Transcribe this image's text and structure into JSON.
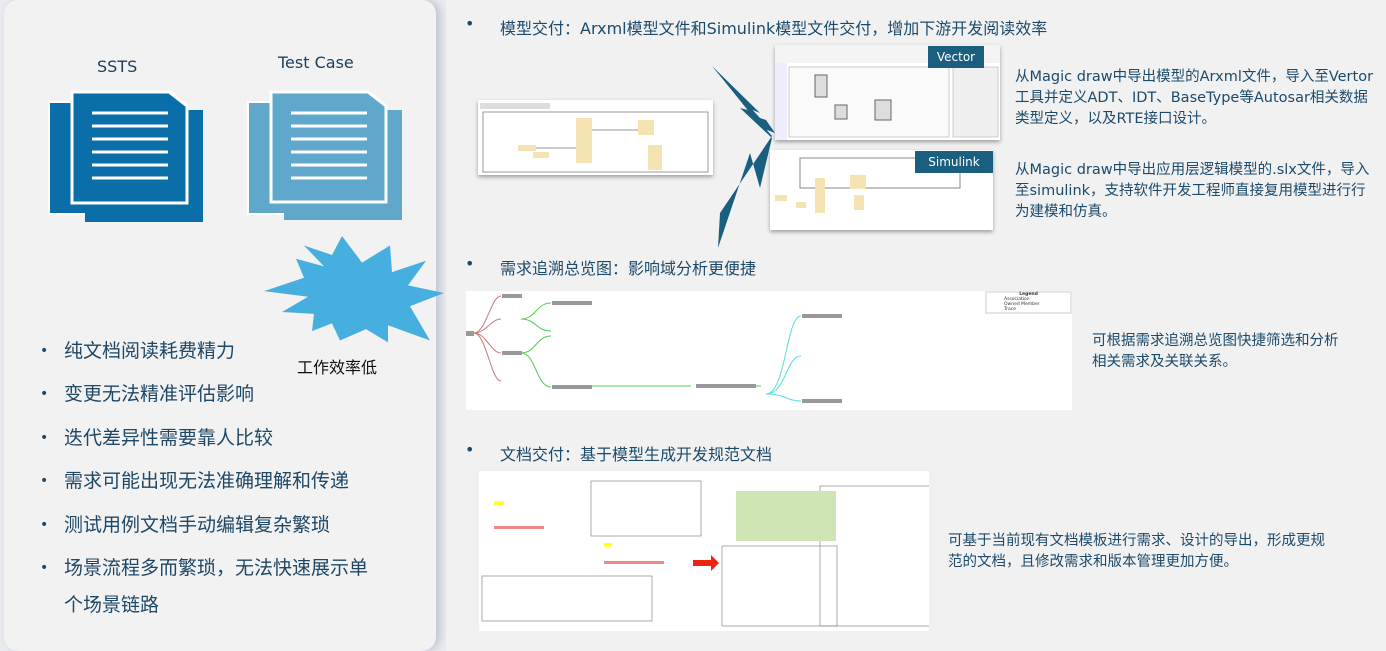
{
  "left": {
    "doc1_label": "SSTS",
    "doc2_label": "Test Case",
    "burst_label": "工作效率低",
    "bullets": [
      "纯文档阅读耗费精力",
      "变更无法精准评估影响",
      "迭代差异性需要靠人比较",
      "需求可能出现无法准确理解和传递",
      "测试用例文档手动编辑复杂繁琐",
      "场景流程多而繁琐，无法快速展示单",
      "个场景链路"
    ]
  },
  "right": {
    "section1": {
      "heading": "模型交付：Arxml模型文件和Simulink模型文件交付，增加下游开发阅读效率",
      "vector_tag": "Vector",
      "simulink_tag": "Simulink",
      "vector_desc": [
        "从Magic draw中导出模型的Arxml文件，导入至Vertor",
        "工具并定义ADT、IDT、BaseType等Autosar相关数据",
        "类型定义，以及RTE接口设计。"
      ],
      "simulink_desc": [
        "从Magic draw中导出应用层逻辑模型的.slx文件，导入",
        "至simulink，支持软件开发工程师直接复用模型进行行",
        "为建模和仿真。"
      ]
    },
    "section2": {
      "heading": "需求追溯总览图：影响域分析更便捷",
      "legend": {
        "title": "Legend",
        "items": [
          "Association",
          "Owned Member",
          "Trace"
        ]
      },
      "desc": [
        "可根据需求追溯总览图快捷筛选和分析",
        "相关需求及关联关系。"
      ]
    },
    "section3": {
      "heading": "文档交付：基于模型生成开发规范文档",
      "desc": [
        "可基于当前现有文档模板进行需求、设计的导出，形成更规",
        "范的文档，且修改需求和版本管理更加方便。"
      ]
    }
  },
  "colors": {
    "dark_doc": "#0a6ea8",
    "light_doc": "#5fa8cc",
    "burst": "#47aee0",
    "arrow": "#1a5e80",
    "text": "#1c4a6b"
  }
}
